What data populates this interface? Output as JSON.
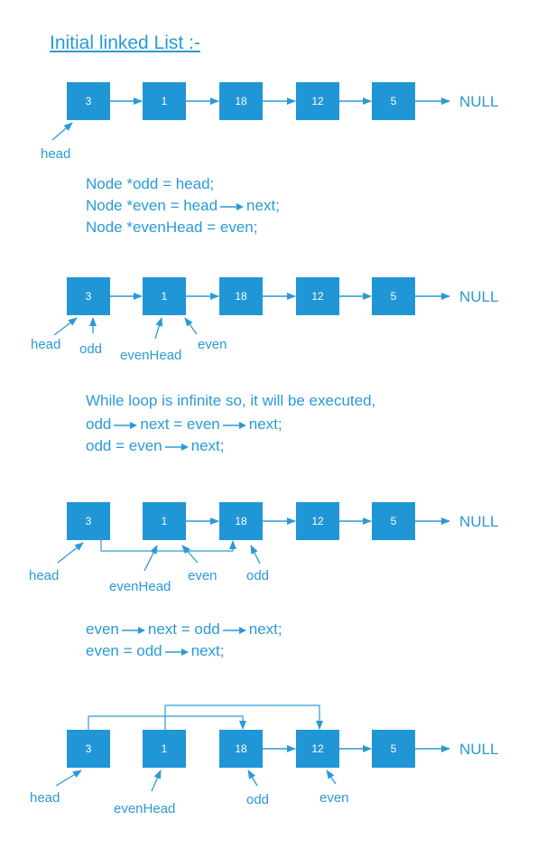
{
  "title": "Initial linked List :-",
  "accent_color": "#2a9ad6",
  "node_color": "#2196d6",
  "null_label": "NULL",
  "code_blocks": [
    [
      [
        "Node *odd = head;"
      ],
      [
        "Node *even = head",
        "next;"
      ],
      [
        "Node *evenHead = even;"
      ]
    ],
    [
      [
        "While loop is infinite so, it will be executed,"
      ],
      [
        "odd",
        "next = even",
        "next;"
      ],
      [
        "odd = even",
        "next;"
      ]
    ],
    [
      [
        "even",
        "next = odd",
        "next;"
      ],
      [
        "even = odd",
        "next;"
      ]
    ]
  ],
  "stages": [
    {
      "nodes": [
        "3",
        "1",
        "18",
        "12",
        "5"
      ],
      "pointers": [
        {
          "label": "head",
          "target": 0
        }
      ]
    },
    {
      "nodes": [
        "3",
        "1",
        "18",
        "12",
        "5"
      ],
      "pointers": [
        {
          "label": "head",
          "target": 0
        },
        {
          "label": "odd",
          "target": 0
        },
        {
          "label": "evenHead",
          "target": 1
        },
        {
          "label": "even",
          "target": 1
        }
      ]
    },
    {
      "nodes": [
        "3",
        "1",
        "18",
        "12",
        "5"
      ],
      "pointers": [
        {
          "label": "head",
          "target": 0
        },
        {
          "label": "evenHead",
          "target": 1
        },
        {
          "label": "even",
          "target": 1
        },
        {
          "label": "odd",
          "target": 2
        }
      ]
    },
    {
      "nodes": [
        "3",
        "1",
        "18",
        "12",
        "5"
      ],
      "pointers": [
        {
          "label": "head",
          "target": 0
        },
        {
          "label": "evenHead",
          "target": 1
        },
        {
          "label": "odd",
          "target": 2
        },
        {
          "label": "even",
          "target": 3
        }
      ]
    }
  ]
}
